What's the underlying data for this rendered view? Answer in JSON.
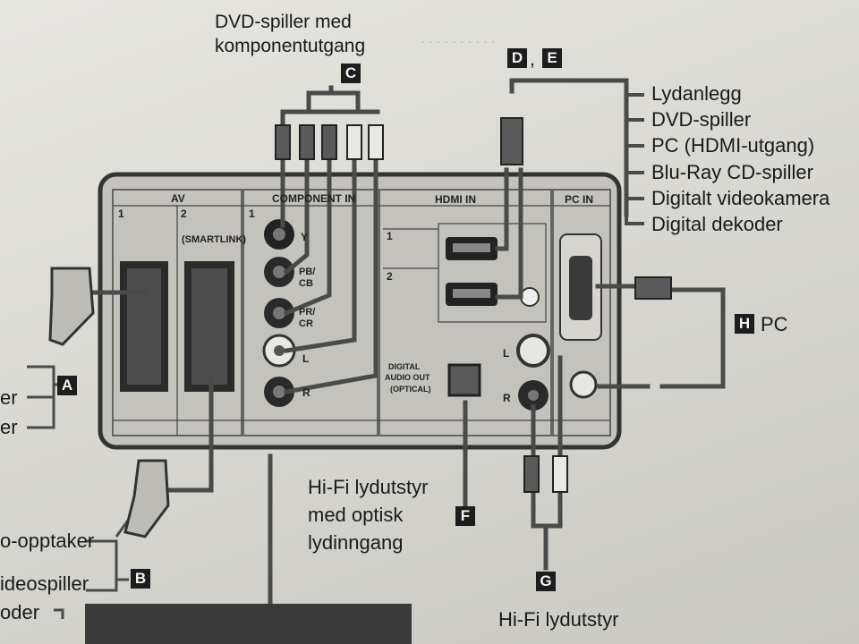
{
  "top_label": {
    "line1": "DVD-spiller med",
    "line2": "komponentutgang"
  },
  "badges": {
    "a": "A",
    "b": "B",
    "c": "C",
    "d": "D",
    "e": "E",
    "f": "F",
    "g": "G",
    "h": "H"
  },
  "de_separator": ",",
  "right_list": [
    "Lydanlegg",
    "DVD-spiller",
    "PC (HDMI-utgang)",
    "Blu-Ray CD-spiller",
    "Digitalt videokamera",
    "Digital dekoder"
  ],
  "h_label": "PC",
  "f_label": {
    "line1": "Hi-Fi lydutstyr",
    "line2": "med optisk",
    "line3": "lydinngang"
  },
  "g_label": "Hi-Fi lydutstyr",
  "left_a": [
    "er",
    "er"
  ],
  "left_b": [
    "o-opptaker",
    "ideospiller",
    "oder"
  ],
  "panel": {
    "av": "AV",
    "av_1": "1",
    "av_2": "2",
    "smartlink": "(SMARTLINK)",
    "component": "COMPONENT IN",
    "comp_1": "1",
    "y": "Y",
    "pb": "PB/",
    "cb": "CB",
    "pr": "PR/",
    "cr": "CR",
    "l": "L",
    "r": "R",
    "hdmi": "HDMI IN",
    "hdmi_1": "1",
    "hdmi_2": "2",
    "digital_audio": "DIGITAL",
    "audio_out": "AUDIO OUT",
    "optical": "(OPTICAL)",
    "l2": "L",
    "r2": "R",
    "pc_in": "PC IN"
  },
  "colors": {
    "panel": "#bdbcb6",
    "panel_border": "#3a3a3a",
    "cable": "#4a4a4a",
    "badge": "#1d1d1d"
  }
}
